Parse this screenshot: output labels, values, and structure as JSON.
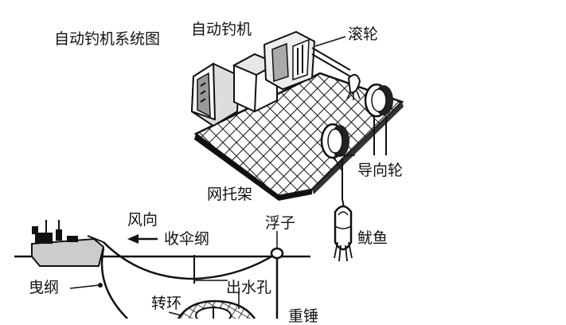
{
  "diagram": {
    "title": "自动钓机系统图",
    "labels": {
      "machine": "自动钓机",
      "roller": "滚轮",
      "guide_wheel": "导向轮",
      "net_rack": "网托架",
      "squid": "鱿鱼",
      "wind": "风向",
      "retract_rope": "收伞纲",
      "float": "浮子",
      "tow_rope": "曳纲",
      "outlet_hole": "出水孔",
      "swivel": "转环",
      "weight": "重锤"
    },
    "colors": {
      "ink": "#111111",
      "paper": "#ffffff",
      "mid": "#777777"
    }
  }
}
